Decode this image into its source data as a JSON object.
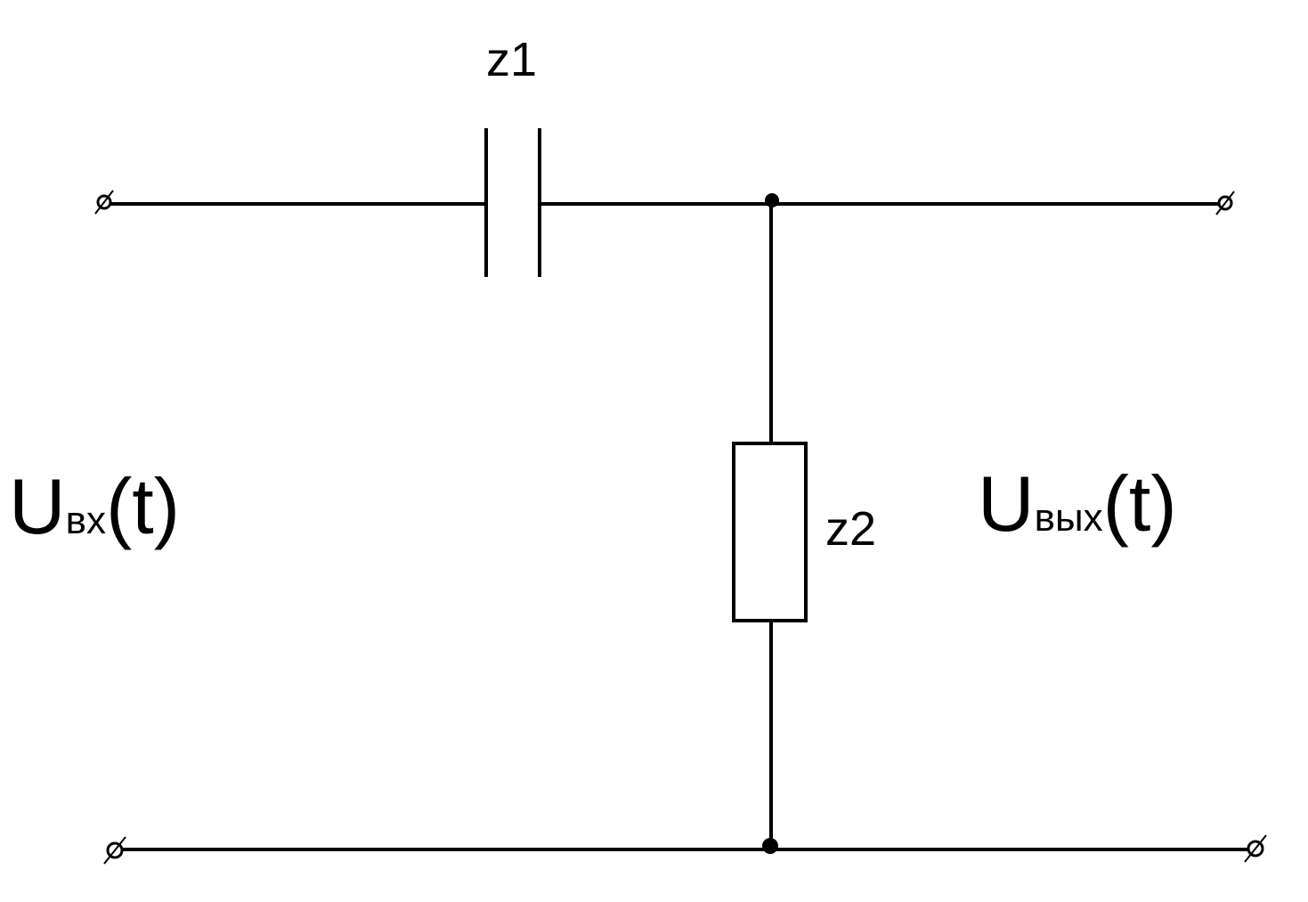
{
  "components": {
    "capacitor": {
      "label": "z1"
    },
    "resistor": {
      "label": "z2"
    }
  },
  "input_voltage": {
    "symbol": "U",
    "subscript": "вх",
    "argument": "(t)"
  },
  "output_voltage": {
    "symbol": "U",
    "subscript": "вых",
    "argument": "(t)"
  },
  "colors": {
    "line": "#000000",
    "background": "#ffffff"
  }
}
